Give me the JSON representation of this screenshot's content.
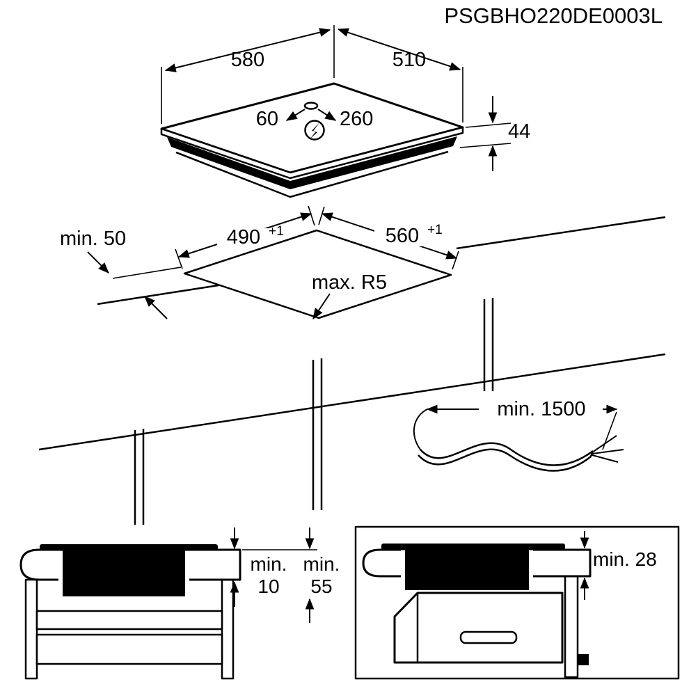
{
  "title": "PSGBHO220DE0003L",
  "hob": {
    "width": "580",
    "depth": "510",
    "height": "44",
    "connection_offset_left": "60",
    "connection_offset_right": "260"
  },
  "cutout": {
    "depth": "490",
    "depth_tolerance": "+1",
    "width": "560",
    "width_tolerance": "+1",
    "edge_clearance": "min. 50",
    "corner_radius": "max. R5"
  },
  "cable": {
    "min_length": "min. 1500"
  },
  "side_view": {
    "gap_below": {
      "prefix": "min.",
      "value": "10"
    },
    "build_in_depth": {
      "prefix": "min.",
      "value": "55"
    }
  },
  "oven_view": {
    "clearance": "min. 28"
  }
}
